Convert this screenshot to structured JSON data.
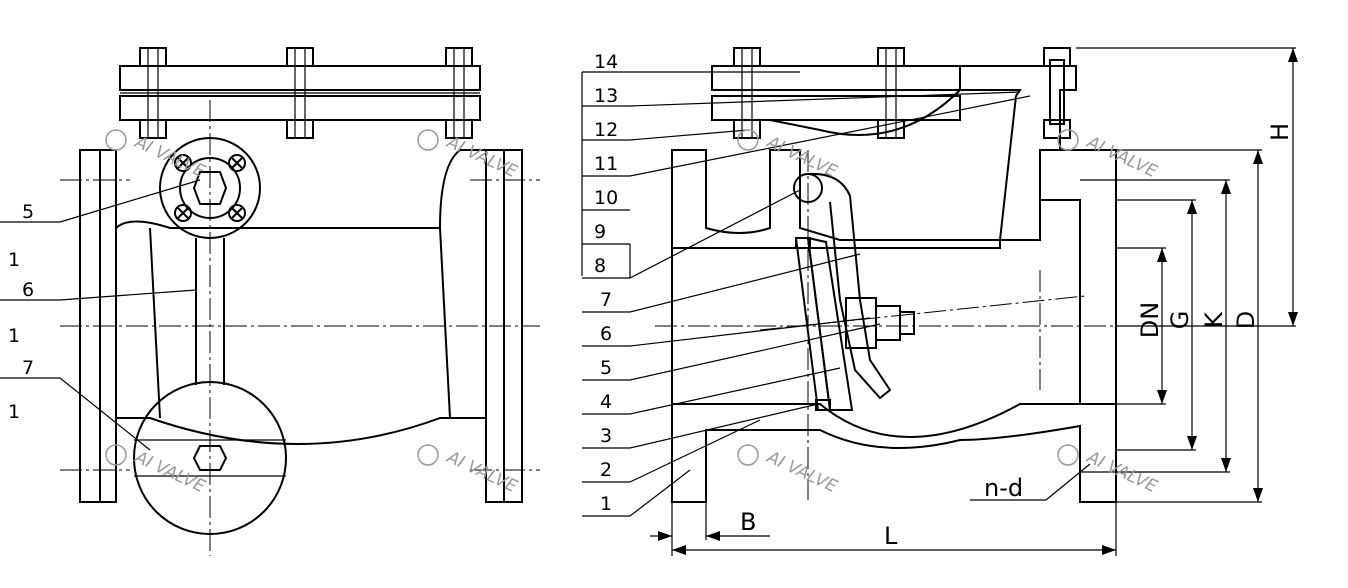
{
  "front_view": {
    "labels": [
      "5",
      "1",
      "6",
      "1",
      "7",
      "1"
    ]
  },
  "section_view": {
    "labels": [
      "14",
      "13",
      "12",
      "11",
      "10",
      "9",
      "8",
      "7",
      "6",
      "5",
      "4",
      "3",
      "2",
      "1"
    ]
  },
  "dimensions": {
    "H": "H",
    "DN": "DN",
    "G": "G",
    "K": "K",
    "D": "D",
    "n_d": "n-d",
    "B": "B",
    "L": "L"
  },
  "watermark": "AI VALVE"
}
